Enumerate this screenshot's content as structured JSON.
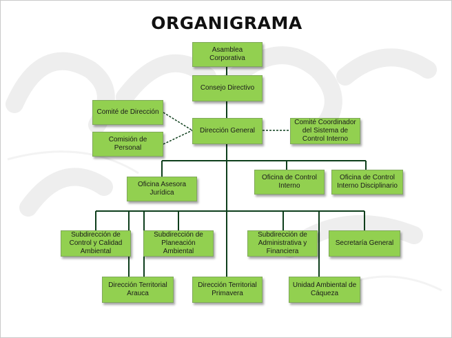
{
  "title": "ORGANIGRAMA",
  "colors": {
    "box_fill": "#92d050",
    "connector": "#0c3d1a",
    "watermark": "#f0f0f0"
  },
  "nodes": {
    "asamblea": "Asamblea Corporativa",
    "consejo": "Consejo Directivo",
    "comite_direccion": "Comité de Dirección",
    "comision_personal": "Comisión de Personal",
    "direccion_general": "Dirección General",
    "comite_coordinador": "Comité Coordinador del Sistema de Control Interno",
    "oficina_asesora": "Oficina Asesora Jurídica",
    "oficina_control": "Oficina de Control Interno",
    "oficina_disciplinario": "Oficina de Control Interno Disciplinario",
    "sub_control": "Subdirección de Control y Calidad Ambiental",
    "sub_planeacion": "Subdirección de Planeación Ambiental",
    "sub_administrativa": "Subdirección de Administrativa y Financiera",
    "secretaria": "Secretaría General",
    "dt_arauca": "Dirección Territorial Arauca",
    "dt_primavera": "Dirección Territorial Primavera",
    "ua_caqueza": "Unidad Ambiental de Cáqueza"
  }
}
